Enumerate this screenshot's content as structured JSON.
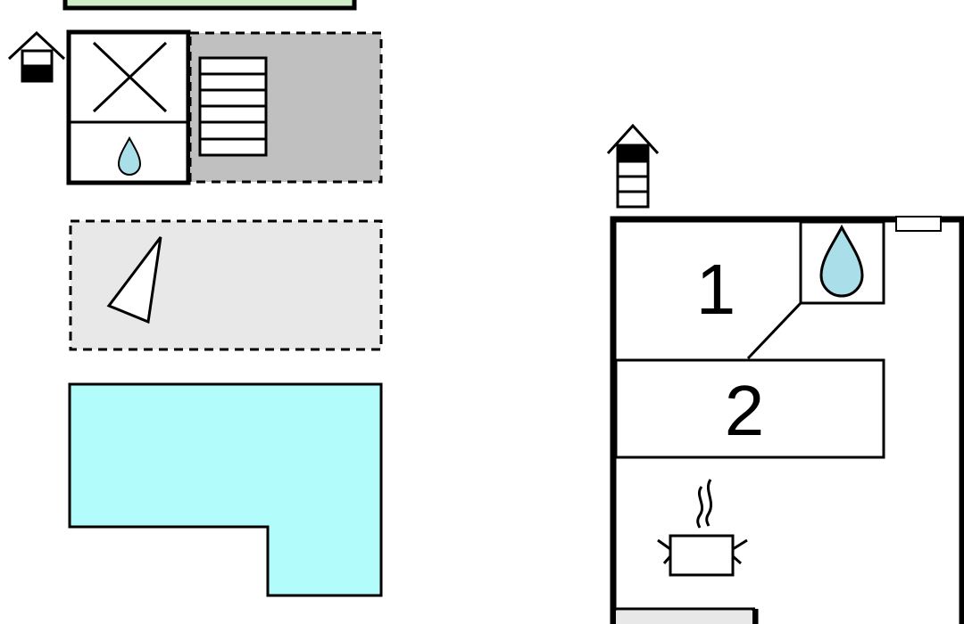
{
  "floorplan": {
    "colors": {
      "outline": "#000000",
      "water": "#aadfea",
      "pool": "#b3fcfc",
      "terrace_dark": "#c0c0c0",
      "terrace_light": "#e8e8e8",
      "lawn": "#cfeec8",
      "window": "#ffffff"
    },
    "rooms": [
      {
        "id": "bedroom-1",
        "label": "1"
      },
      {
        "id": "bedroom-2",
        "label": "2"
      }
    ],
    "icons": [
      "house-entrance-icon",
      "house-with-stairs-icon",
      "shower-x-icon",
      "water-drop-icon",
      "stairs-icon",
      "sunbed-icon",
      "bathroom-drop-icon",
      "cooking-pot-icon"
    ]
  }
}
